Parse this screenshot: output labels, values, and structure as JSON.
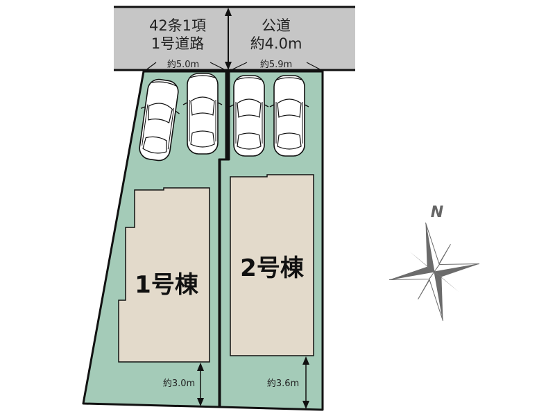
{
  "road": {
    "left_label_line1": "42条1項",
    "left_label_line2": "1号道路",
    "right_label_line1": "公道",
    "right_label_line2": "約4.0m",
    "color": "#c6c6c6"
  },
  "frontage": {
    "lot1": "約5.0m",
    "lot2": "約5.9m"
  },
  "lots": [
    {
      "building_label": "1号棟",
      "setback_label": "約3.0m"
    },
    {
      "building_label": "2号棟",
      "setback_label": "約3.6m"
    }
  ],
  "colors": {
    "lot_fill": "#a4cbb8",
    "building_fill": "#e3dacb",
    "outline": "#111111",
    "compass": "#6b6b6b"
  },
  "compass": {
    "north_label": "N"
  },
  "parking": {
    "car_count": 4
  }
}
